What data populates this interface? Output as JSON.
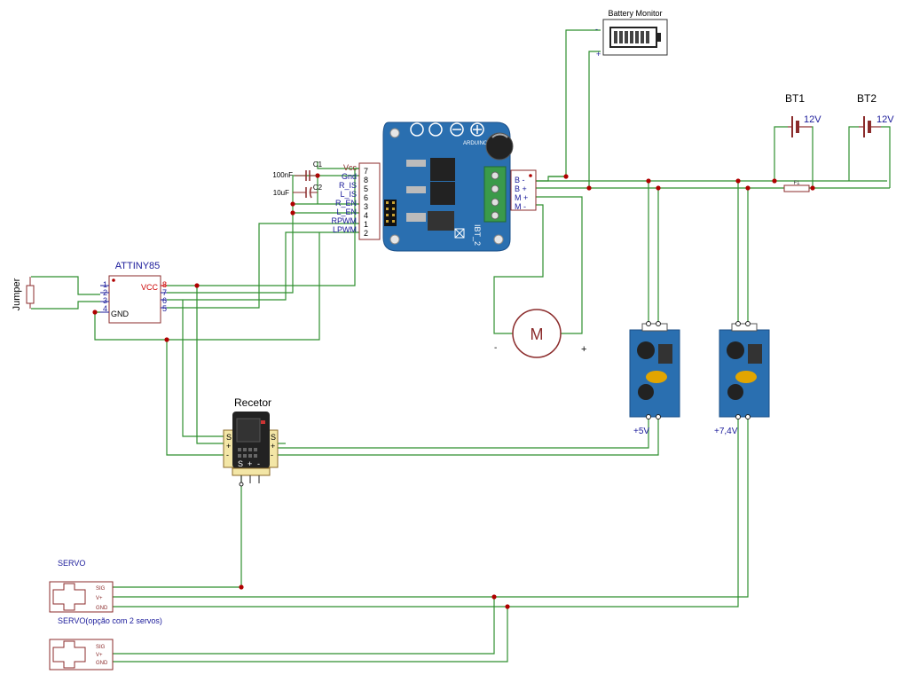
{
  "battery_monitor": {
    "label": "Battery Monitor",
    "minus": "-",
    "plus": "+"
  },
  "batteries": [
    {
      "name": "BT1",
      "voltage": "12V"
    },
    {
      "name": "BT2",
      "voltage": "12V"
    }
  ],
  "fuse": {
    "label": "F1"
  },
  "capacitors": [
    {
      "name": "C1",
      "value": "100nF"
    },
    {
      "name": "C2",
      "value": "10uF"
    }
  ],
  "driver": {
    "board_label": "IBT_2",
    "brand": "ARDUINO",
    "header_pins": [
      {
        "name": "Vcc",
        "num": "7"
      },
      {
        "name": "Gnd",
        "num": "8"
      },
      {
        "name": "R_IS",
        "num": "5"
      },
      {
        "name": "L_IS",
        "num": "6"
      },
      {
        "name": "R_EN",
        "num": "3"
      },
      {
        "name": "L_EN",
        "num": "4"
      },
      {
        "name": "RPWM",
        "num": "1"
      },
      {
        "name": "LPWM",
        "num": "2"
      }
    ],
    "power_terminals": [
      "B -",
      "B +",
      "M +",
      "M -"
    ]
  },
  "attiny": {
    "name": "ATTINY85",
    "vcc": "VCC",
    "gnd": "GND",
    "left_pins": [
      "1",
      "2",
      "3",
      "4"
    ],
    "right_pins": [
      "8",
      "7",
      "6",
      "5"
    ]
  },
  "jumper": {
    "label": "Jumper"
  },
  "motor": {
    "symbol": "M",
    "minus": "-",
    "plus": "+"
  },
  "regulators": [
    {
      "output": "+5V"
    },
    {
      "output": "+7,4V"
    }
  ],
  "receiver": {
    "name": "Recetor",
    "pin_labels": [
      "S",
      "+",
      "-"
    ],
    "bottom_labels": [
      "S",
      "+",
      "-"
    ]
  },
  "servos": [
    {
      "label": "SERVO",
      "pins": [
        "SIG",
        "V+",
        "GND"
      ]
    },
    {
      "label": "SERVO(opção com 2 servos)",
      "pins": [
        "SIG",
        "V+",
        "GND"
      ]
    }
  ],
  "colors": {
    "wire": "#2f8f2f",
    "junction": "#b00000",
    "pcb_blue": "#2a6fb0",
    "terminal_green": "#3a9a4a",
    "motor_outline": "#8b2b2b",
    "label_blue": "#1a1a9a",
    "pin_red": "#cc0000"
  }
}
